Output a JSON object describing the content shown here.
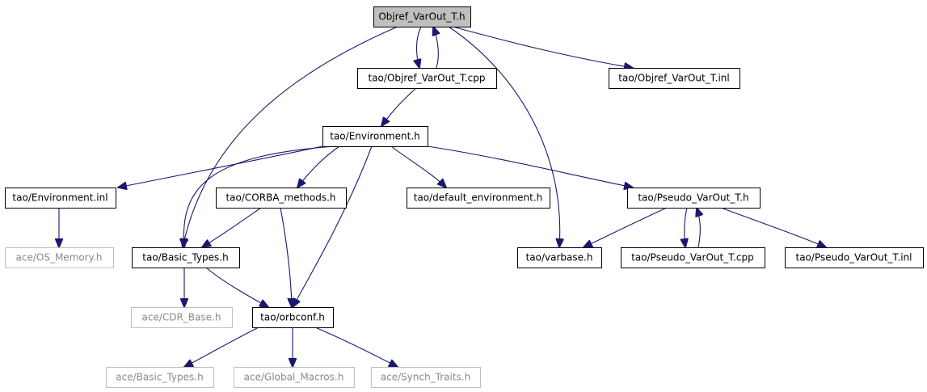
{
  "diagram": {
    "colors": {
      "edge": "#191970",
      "root_fill": "#bfbfbf",
      "node_border": "#000000",
      "external_border": "#bfbfbf",
      "external_text": "#8a8a8a"
    },
    "nodes": [
      {
        "id": "root",
        "label": "Objref_VarOut_T.h",
        "style": "root"
      },
      {
        "id": "cpp",
        "label": "tao/Objref_VarOut_T.cpp",
        "style": "normal"
      },
      {
        "id": "inl",
        "label": "tao/Objref_VarOut_T.inl",
        "style": "normal"
      },
      {
        "id": "env",
        "label": "tao/Environment.h",
        "style": "normal"
      },
      {
        "id": "envinl",
        "label": "tao/Environment.inl",
        "style": "normal"
      },
      {
        "id": "corba",
        "label": "tao/CORBA_methods.h",
        "style": "normal"
      },
      {
        "id": "defenv",
        "label": "tao/default_environment.h",
        "style": "normal"
      },
      {
        "id": "pseudo",
        "label": "tao/Pseudo_VarOut_T.h",
        "style": "normal"
      },
      {
        "id": "osmem",
        "label": "ace/OS_Memory.h",
        "style": "external"
      },
      {
        "id": "basic",
        "label": "tao/Basic_Types.h",
        "style": "normal"
      },
      {
        "id": "varbase",
        "label": "tao/varbase.h",
        "style": "normal"
      },
      {
        "id": "pcpp",
        "label": "tao/Pseudo_VarOut_T.cpp",
        "style": "normal"
      },
      {
        "id": "pinl",
        "label": "tao/Pseudo_VarOut_T.inl",
        "style": "normal"
      },
      {
        "id": "cdr",
        "label": "ace/CDR_Base.h",
        "style": "external"
      },
      {
        "id": "orbconf",
        "label": "tao/orbconf.h",
        "style": "normal"
      },
      {
        "id": "acebasic",
        "label": "ace/Basic_Types.h",
        "style": "external"
      },
      {
        "id": "globalm",
        "label": "ace/Global_Macros.h",
        "style": "external"
      },
      {
        "id": "synch",
        "label": "ace/Synch_Traits.h",
        "style": "external"
      }
    ],
    "edges": [
      {
        "from": "root",
        "to": "cpp"
      },
      {
        "from": "cpp",
        "to": "root"
      },
      {
        "from": "root",
        "to": "inl"
      },
      {
        "from": "root",
        "to": "basic"
      },
      {
        "from": "root",
        "to": "varbase"
      },
      {
        "from": "cpp",
        "to": "env"
      },
      {
        "from": "env",
        "to": "envinl"
      },
      {
        "from": "env",
        "to": "corba"
      },
      {
        "from": "env",
        "to": "defenv"
      },
      {
        "from": "env",
        "to": "pseudo"
      },
      {
        "from": "env",
        "to": "basic"
      },
      {
        "from": "env",
        "to": "orbconf"
      },
      {
        "from": "envinl",
        "to": "osmem"
      },
      {
        "from": "corba",
        "to": "basic"
      },
      {
        "from": "corba",
        "to": "orbconf"
      },
      {
        "from": "pseudo",
        "to": "varbase"
      },
      {
        "from": "pseudo",
        "to": "pcpp"
      },
      {
        "from": "pcpp",
        "to": "pseudo"
      },
      {
        "from": "pseudo",
        "to": "pinl"
      },
      {
        "from": "basic",
        "to": "cdr"
      },
      {
        "from": "basic",
        "to": "orbconf"
      },
      {
        "from": "orbconf",
        "to": "acebasic"
      },
      {
        "from": "orbconf",
        "to": "globalm"
      },
      {
        "from": "orbconf",
        "to": "synch"
      }
    ]
  }
}
